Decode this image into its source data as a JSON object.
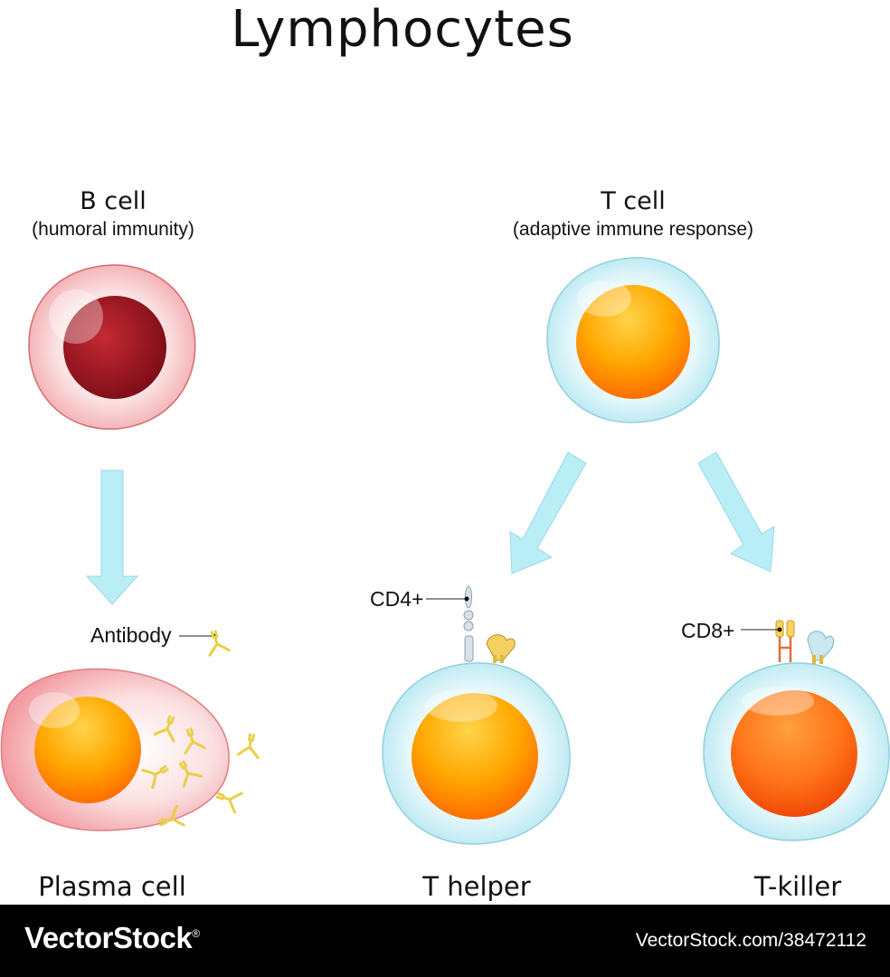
{
  "title": "Lymphocytes",
  "b_cell": {
    "name": "B cell",
    "description": "(humoral immunity)"
  },
  "t_cell": {
    "name": "T cell",
    "description": "(adaptive immune response)"
  },
  "labels": {
    "antibody": "Antibody",
    "cd4": "CD4+",
    "cd8": "CD8+",
    "plasma_cell": "Plasma cell",
    "t_helper": "T helper",
    "t_killer": "T-killer"
  },
  "footer": {
    "brand": "VectorStock",
    "registered_mark": "®",
    "stock_id": "VectorStock.com/38472112"
  },
  "colors": {
    "b_cell_membrane": "#f7c6c8",
    "b_cell_nucleus": "#a01822",
    "t_cell_membrane": "#d6f2f8",
    "nucleus_orange": "#ff9a00",
    "t_killer_nucleus": "#ff6a10",
    "arrow": "#b9eef7",
    "antibody": "#f2dc60",
    "footer_bg": "#000000"
  }
}
